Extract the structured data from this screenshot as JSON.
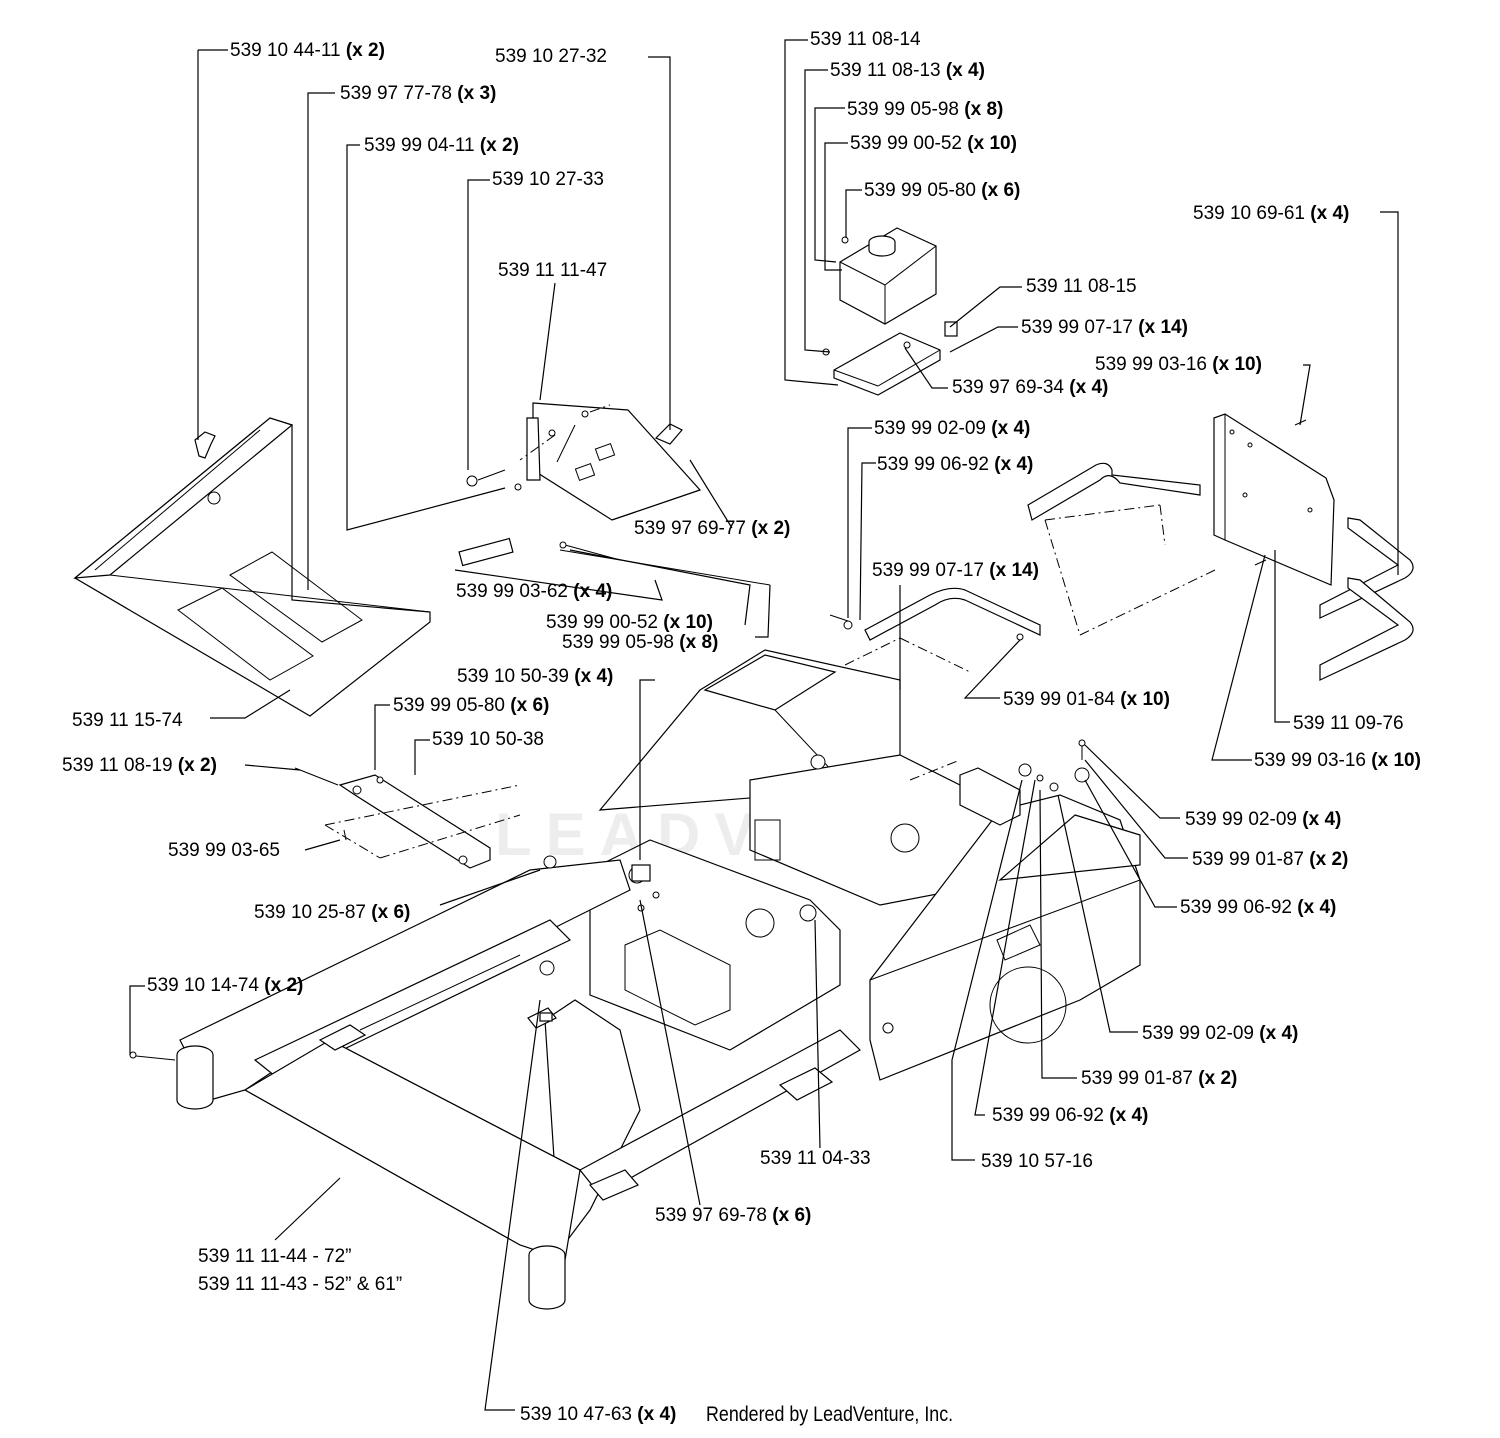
{
  "watermark": "LEADVENTURE",
  "credit": "Rendered by LeadVenture, Inc.",
  "callouts": [
    {
      "id": "c1",
      "part": "539 10 44-11",
      "qty": "(x 2)"
    },
    {
      "id": "c2",
      "part": "539 97 77-78",
      "qty": "(x 3)"
    },
    {
      "id": "c3",
      "part": "539 99 04-11",
      "qty": "(x 2)"
    },
    {
      "id": "c4",
      "part": "539 10 27-33",
      "qty": ""
    },
    {
      "id": "c5",
      "part": "539 10 27-32",
      "qty": ""
    },
    {
      "id": "c6",
      "part": "539 11 11-47",
      "qty": ""
    },
    {
      "id": "c7",
      "part": "539 97 69-77",
      "qty": "(x 2)"
    },
    {
      "id": "c8",
      "part": "539 99 03-62",
      "qty": "(x 4)"
    },
    {
      "id": "c9",
      "part": "539 99 00-52",
      "qty": "(x 10)"
    },
    {
      "id": "c10",
      "part": "539 99 05-98",
      "qty": "(x 8)"
    },
    {
      "id": "c11",
      "part": "539 11 15-74",
      "qty": ""
    },
    {
      "id": "c12",
      "part": "539 10 50-39",
      "qty": "(x 4)"
    },
    {
      "id": "c13",
      "part": "539 99 05-80",
      "qty": "(x 6)"
    },
    {
      "id": "c14",
      "part": "539 10 50-38",
      "qty": ""
    },
    {
      "id": "c15",
      "part": "539 11 08-19",
      "qty": "(x 2)"
    },
    {
      "id": "c16",
      "part": "539 99 03-65",
      "qty": ""
    },
    {
      "id": "c17",
      "part": "539 10 25-87",
      "qty": "(x 6)"
    },
    {
      "id": "c18",
      "part": "539 10 14-74",
      "qty": "(x 2)"
    },
    {
      "id": "c19",
      "part": "539 11 11-44 - 72”",
      "qty": ""
    },
    {
      "id": "c20",
      "part": "539 11 11-43 - 52” & 61”",
      "qty": ""
    },
    {
      "id": "c21",
      "part": "539 10 47-63",
      "qty": "(x 4)"
    },
    {
      "id": "c22",
      "part": "539 97 69-78",
      "qty": "(x 6)"
    },
    {
      "id": "c23",
      "part": "539 11 04-33",
      "qty": ""
    },
    {
      "id": "c24",
      "part": "539 10 57-16",
      "qty": ""
    },
    {
      "id": "c25",
      "part": "539 99 06-92",
      "qty": "(x 4)"
    },
    {
      "id": "c26",
      "part": "539 99 01-87",
      "qty": "(x 2)"
    },
    {
      "id": "c27",
      "part": "539 99 02-09",
      "qty": "(x 4)"
    },
    {
      "id": "c28",
      "part": "539 99 06-92",
      "qty": "(x 4)"
    },
    {
      "id": "c29",
      "part": "539 99 01-87",
      "qty": "(x 2)"
    },
    {
      "id": "c30",
      "part": "539 99 02-09",
      "qty": "(x 4)"
    },
    {
      "id": "c31",
      "part": "539 99 03-16",
      "qty": "(x 10)"
    },
    {
      "id": "c32",
      "part": "539 11 09-76",
      "qty": ""
    },
    {
      "id": "c33",
      "part": "539 99 01-84",
      "qty": "(x 10)"
    },
    {
      "id": "c34",
      "part": "539 99 07-17",
      "qty": "(x 14)"
    },
    {
      "id": "c35",
      "part": "539 99 06-92",
      "qty": "(x 4)"
    },
    {
      "id": "c36",
      "part": "539 99 02-09",
      "qty": "(x 4)"
    },
    {
      "id": "c37",
      "part": "539 99 03-16",
      "qty": "(x 10)"
    },
    {
      "id": "c38",
      "part": "539 10 69-61",
      "qty": "(x 4)"
    },
    {
      "id": "c39",
      "part": "539 11 08-14",
      "qty": ""
    },
    {
      "id": "c40",
      "part": "539 11 08-13",
      "qty": "(x 4)"
    },
    {
      "id": "c41",
      "part": "539 99 05-98",
      "qty": "(x 8)"
    },
    {
      "id": "c42",
      "part": "539 99 00-52",
      "qty": "(x 10)"
    },
    {
      "id": "c43",
      "part": "539 99 05-80",
      "qty": "(x 6)"
    },
    {
      "id": "c44",
      "part": "539 11 08-15",
      "qty": ""
    },
    {
      "id": "c45",
      "part": "539 99 07-17",
      "qty": "(x 14)"
    },
    {
      "id": "c46",
      "part": "539 97 69-34",
      "qty": "(x 4)"
    }
  ]
}
